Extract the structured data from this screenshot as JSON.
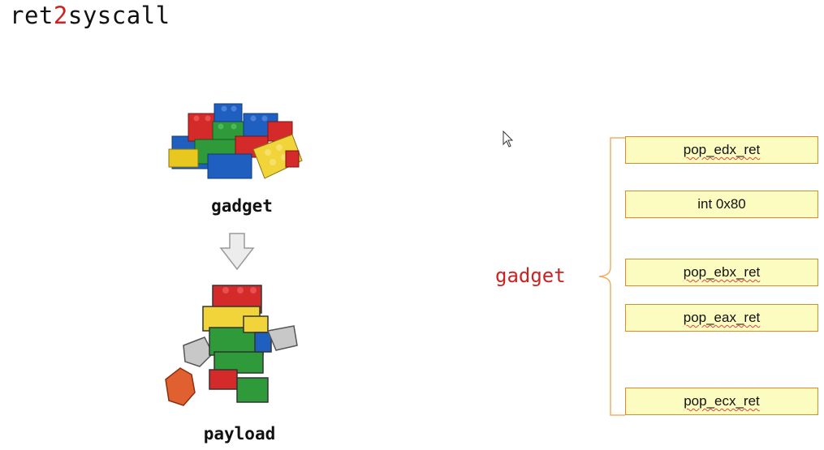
{
  "title": {
    "prefix": "ret",
    "accent": "2",
    "suffix": "syscall"
  },
  "left": {
    "top_label": "gadget",
    "bottom_label": "payload"
  },
  "right": {
    "group_label": "gadget",
    "boxes": [
      {
        "text": "pop_edx_ret",
        "spellcheck": true
      },
      {
        "text": "int 0x80",
        "spellcheck": false
      },
      {
        "text": "pop_ebx_ret",
        "spellcheck": true
      },
      {
        "text": "pop_eax_ret",
        "spellcheck": true
      },
      {
        "text": "pop_ecx_ret",
        "spellcheck": true
      }
    ]
  },
  "colors": {
    "accent_red": "#cc2222",
    "box_fill": "#fdfcc0",
    "box_border": "#d98c2a",
    "brace": "#f0b060"
  },
  "icons": [
    "lego-bricks-icon",
    "down-arrow-icon",
    "lego-robot-icon",
    "mouse-cursor-icon"
  ]
}
